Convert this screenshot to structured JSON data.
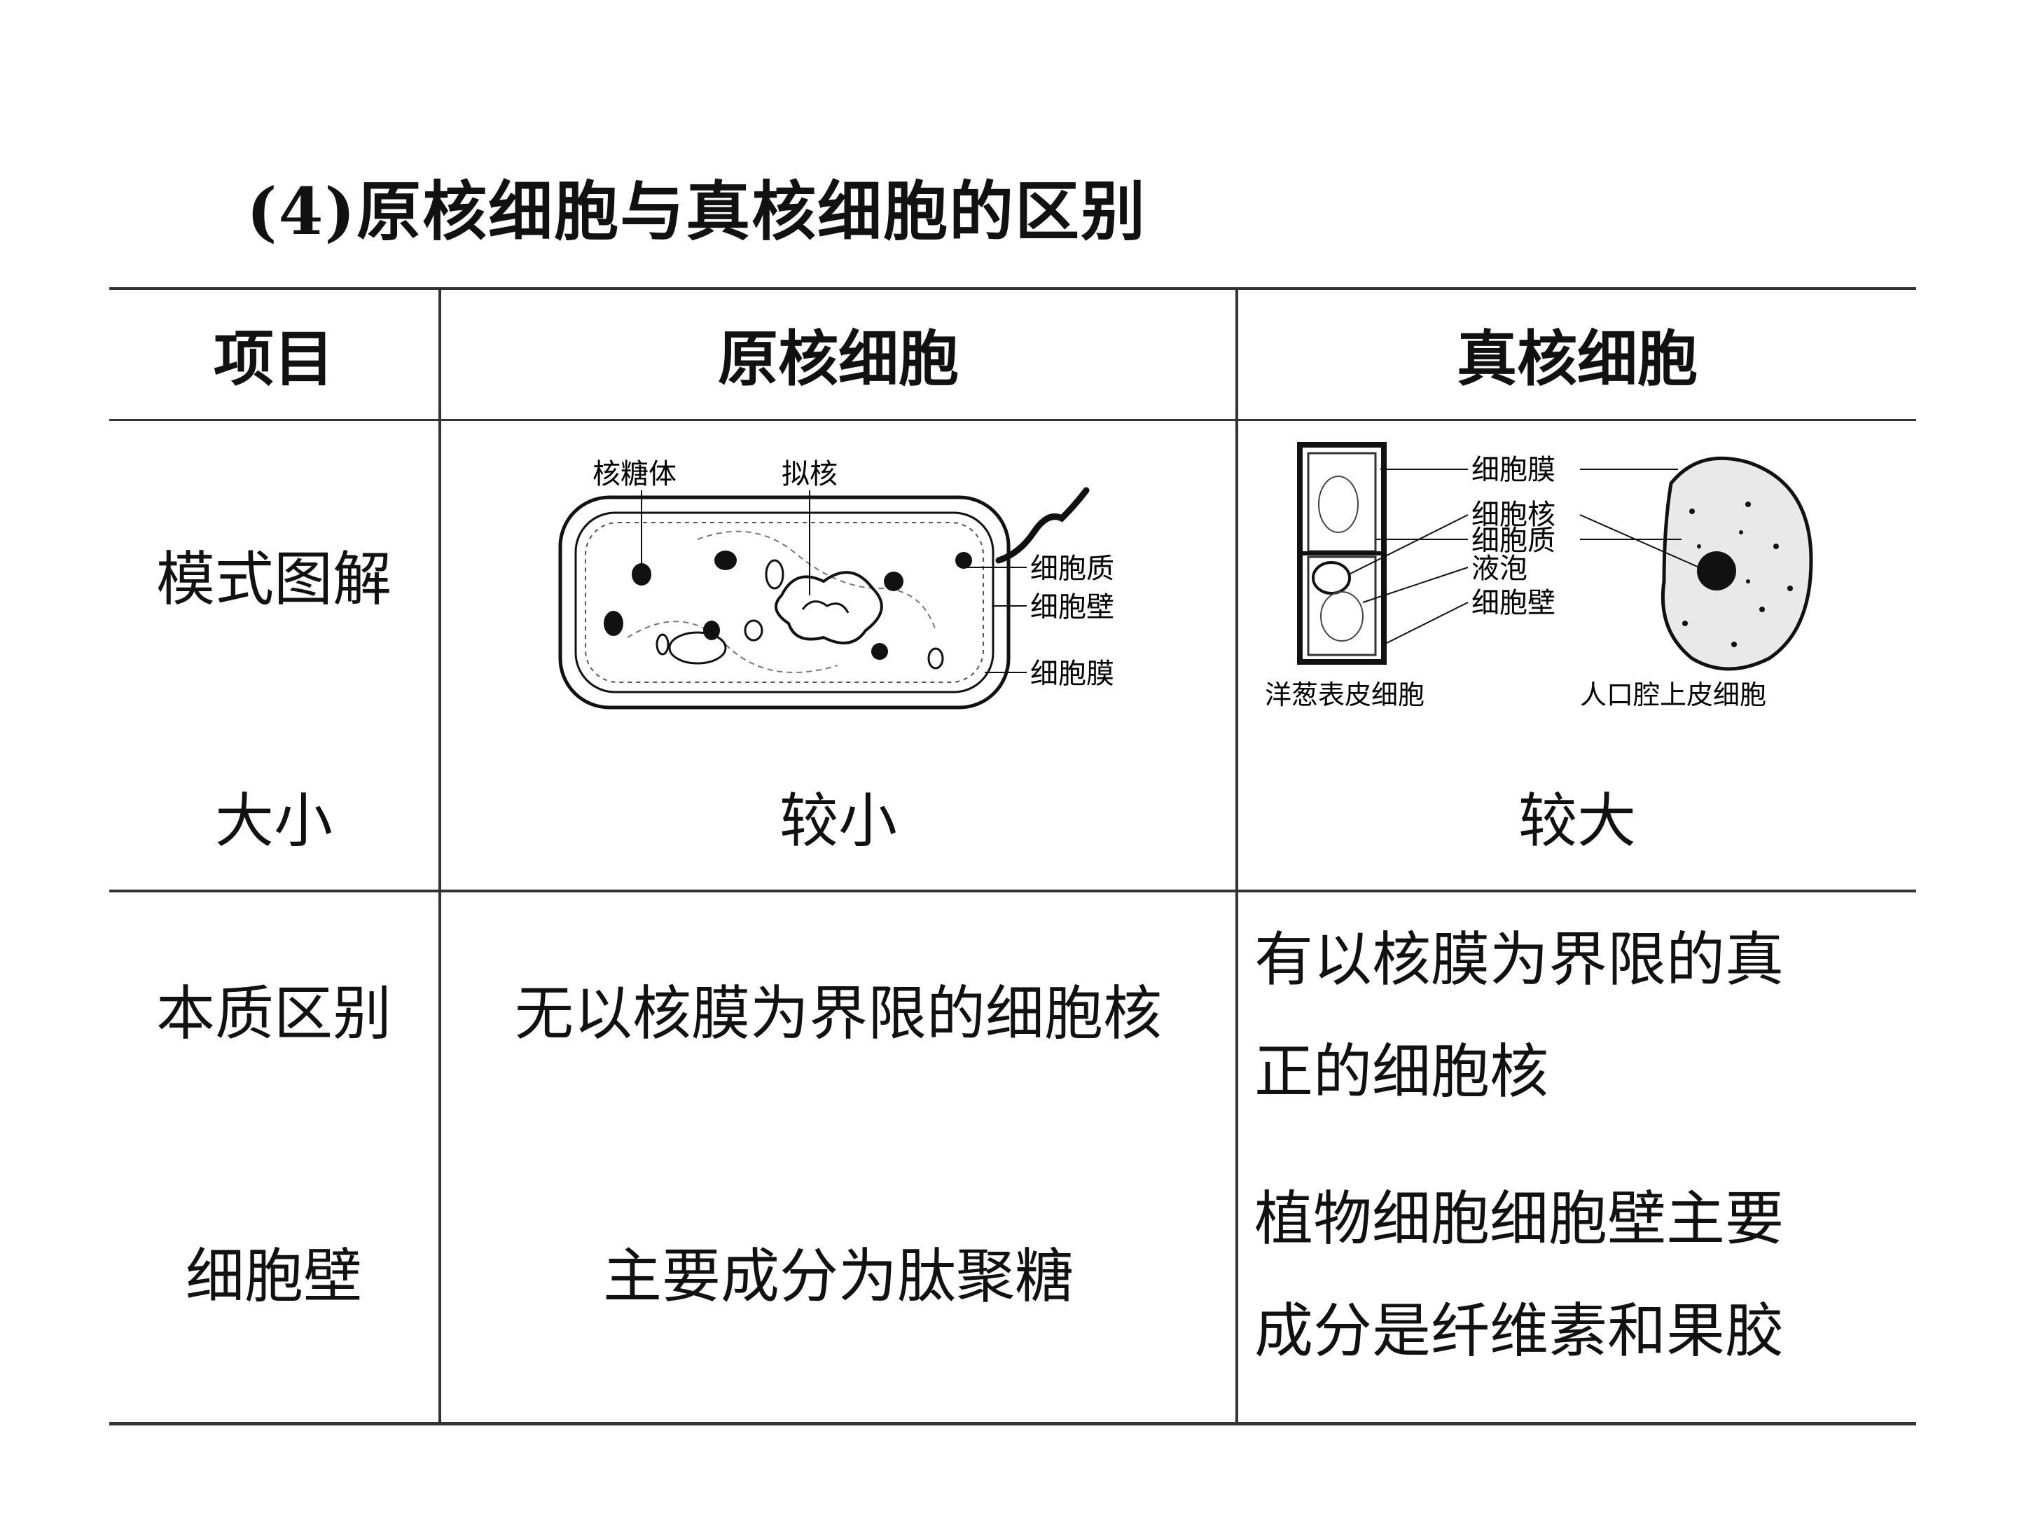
{
  "title": "(4)原核细胞与真核细胞的区别",
  "columns": [
    "项目",
    "原核细胞",
    "真核细胞"
  ],
  "rows": {
    "diagram_label": "模式图解",
    "size": {
      "label": "大小",
      "prokaryote": "较小",
      "eukaryote": "较大"
    },
    "essence": {
      "label": "本质区别",
      "prokaryote": "无以核膜为界限的细胞核",
      "eukaryote_line1": "有以核膜为界限的真",
      "eukaryote_line2": "正的细胞核"
    },
    "wall": {
      "label": "细胞壁",
      "prokaryote": "主要成分为肽聚糖",
      "eukaryote_line1": "植物细胞细胞壁主要",
      "eukaryote_line2": "成分是纤维素和果胶"
    }
  },
  "prokaryote_figure": {
    "labels": [
      "核糖体",
      "拟核",
      "细胞质",
      "细胞壁",
      "细胞膜"
    ]
  },
  "eukaryote_figure": {
    "labels": [
      "细胞膜",
      "细胞核",
      "细胞质",
      "液泡",
      "细胞壁"
    ],
    "captions": [
      "洋葱表皮细胞",
      "人口腔上皮细胞"
    ]
  }
}
